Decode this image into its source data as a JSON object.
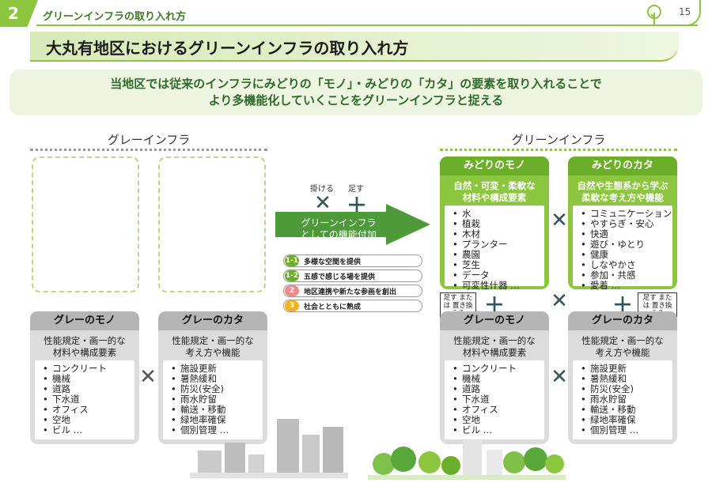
{
  "header": {
    "section_number": "2",
    "section_title": "グリーンインフラの取り入れ方",
    "page_number": "15",
    "title": "大丸有地区におけるグリーンインフラの取り入れ方"
  },
  "lead": {
    "line1": "当地区では従来のインフラにみどりの「モノ」・みどりの「カタ」の要素を取り入れることで",
    "line2": "より多機能化していくことをグリーンインフラと捉える"
  },
  "gray_infra": {
    "heading": "グレーインフラ",
    "mono": {
      "title": "グレーのモノ",
      "subtitle1": "性能規定・画一的な",
      "subtitle2": "材料や構成要素",
      "items": [
        "コンクリート",
        "機械",
        "道路",
        "下水道",
        "オフィス",
        "空地",
        "ビル …"
      ]
    },
    "kata": {
      "title": "グレーのカタ",
      "subtitle1": "性能規定・画一的な",
      "subtitle2": "考え方や機能",
      "items": [
        "施設更新",
        "暑熱緩和",
        "防災(安全)",
        "雨水貯留",
        "輸送・移動",
        "緑地率確保",
        "個別管理 …"
      ]
    }
  },
  "center": {
    "multiply_label": "掛ける",
    "add_label": "足す",
    "arrow_line1": "グリーンインフラ",
    "arrow_line2": "としての機能付加",
    "functions": [
      {
        "num": "1-1",
        "label": "多様な空間を提供",
        "color": "#6bae2a"
      },
      {
        "num": "1-2",
        "label": "五感で感じる場を提供",
        "color": "#6bae2a"
      },
      {
        "num": "2",
        "label": "地区連携や新たな参画を創出",
        "color": "#f08a8a"
      },
      {
        "num": "3",
        "label": "社会とともに熟成",
        "color": "#f2b31c"
      }
    ]
  },
  "green_infra": {
    "heading": "グリーンインフラ",
    "green_mono": {
      "title": "みどりのモノ",
      "subtitle1": "自然・可変・柔軟な",
      "subtitle2": "材料や構成要素",
      "items": [
        "水",
        "植栽",
        "木材",
        "プランター",
        "農園",
        "芝生",
        "データ",
        "可変性什器 …"
      ]
    },
    "green_kata": {
      "title": "みどりのカタ",
      "subtitle1": "自然や生態系から学ぶ",
      "subtitle2": "柔軟な考え方や機能",
      "items": [
        "コミュニケーション",
        "やすらぎ・安心",
        "快適",
        "遊び・ゆとり",
        "健康",
        "しなやかさ",
        "参加・共感",
        "愛着 …"
      ]
    },
    "note1": "足す または 置き換える",
    "note2": "足す または 置き換える",
    "gray_mono": {
      "title": "グレーのモノ",
      "subtitle1": "性能規定・画一的な",
      "subtitle2": "材料や構成要素",
      "items": [
        "コンクリート",
        "機械",
        "道路",
        "下水道",
        "オフィス",
        "空地",
        "ビル …"
      ]
    },
    "gray_kata": {
      "title": "グレーのカタ",
      "subtitle1": "性能規定・画一的な",
      "subtitle2": "考え方や機能",
      "items": [
        "施設更新",
        "暑熱緩和",
        "防災(安全)",
        "雨水貯留",
        "輸送・移動",
        "緑地率確保",
        "個別管理 …"
      ]
    }
  },
  "colors": {
    "accent_green": "#8cc63e",
    "dark_green": "#6bae2a",
    "gray_card": "#dcdcdc",
    "gray_head": "#b5b5b5"
  }
}
